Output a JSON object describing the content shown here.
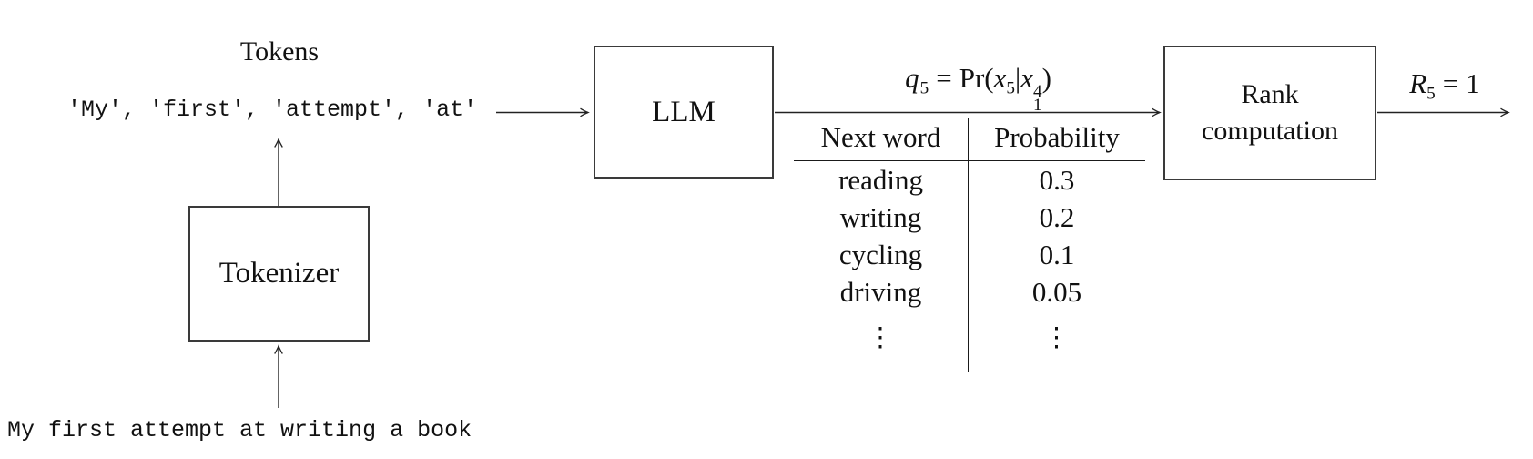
{
  "diagram": {
    "tokens_label": "Tokens",
    "token_sequence": "'My', 'first', 'attempt', 'at'",
    "input_sentence": "My first attempt at writing a book",
    "nodes": {
      "llm": {
        "label": "LLM"
      },
      "tokenizer": {
        "label": "Tokenizer"
      },
      "rank": {
        "line1": "Rank",
        "line2": "computation"
      }
    },
    "q_formula": {
      "q": "q",
      "q_sub": "5",
      "equals": "=",
      "pr_open": "Pr(",
      "x5": "x",
      "x5_sub": "5",
      "bar": "|",
      "x14": "x",
      "x14_sup": "4",
      "x14_sub": "1",
      "close": ")"
    },
    "r_formula": {
      "r": "R",
      "r_sub": "5",
      "equals": "=",
      "value": "1"
    }
  },
  "table": {
    "headers": [
      "Next word",
      "Probability"
    ],
    "rows": [
      [
        "reading",
        "0.3"
      ],
      [
        "writing",
        "0.2"
      ],
      [
        "cycling",
        "0.1"
      ],
      [
        "driving",
        "0.05"
      ]
    ],
    "ellipsis": "⋮"
  },
  "colors": {
    "ink": "#111111",
    "line": "#222222",
    "background": "#ffffff"
  }
}
